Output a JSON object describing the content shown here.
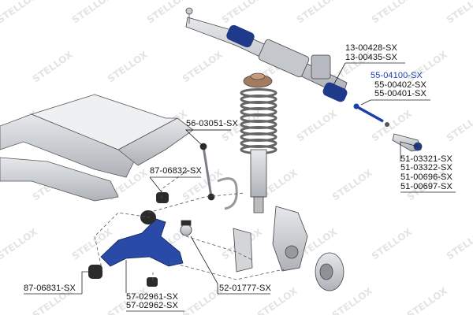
{
  "watermark": "STELLOX",
  "colors": {
    "highlight_part": "#1d3fa8",
    "label_text": "#111111",
    "part_fill": "#c9ccd1",
    "part_stroke": "#33363b",
    "bushing_fill": "#2b2b2b"
  },
  "callouts": {
    "rack_boots": [
      "13-00428-SX",
      "13-00435-SX"
    ],
    "inner_tie_rod": [
      "55-04100-SX",
      "55-00402-SX",
      "55-00401-SX"
    ],
    "stabilizer_link": [
      "56-03051-SX"
    ],
    "tie_rod_end": [
      "51-03321-SX",
      "51-03322-SX",
      "51-00696-SX",
      "51-00697-SX"
    ],
    "upper_bushing": [
      "87-06832-SX"
    ],
    "front_bushing": [
      "87-06831-SX"
    ],
    "control_arm": [
      "57-02961-SX",
      "57-02962-SX"
    ],
    "ball_joint": [
      "52-01777-SX"
    ]
  }
}
